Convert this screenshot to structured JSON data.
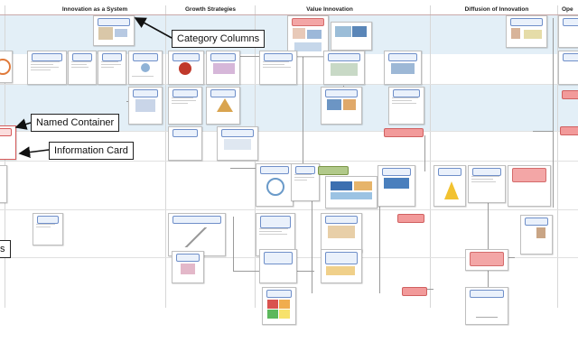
{
  "columns": [
    {
      "label": "Innovation as a System"
    },
    {
      "label": "Growth Strategies"
    },
    {
      "label": "Value Innovation"
    },
    {
      "label": "Diffusion of Innovation"
    },
    {
      "label": "Ope"
    }
  ],
  "callouts": {
    "category_columns": "Category Columns",
    "named_container": "Named Container",
    "information_card": "Information Card",
    "left_cut": "s"
  },
  "colors": {
    "band": "#e3eff7",
    "card_title_blue": "#eaf1fb",
    "card_title_pink": "#f3a6a6",
    "card_title_green": "#b8cf8f",
    "highlight_red": "#d65b5b",
    "connector": "#9a9a9a"
  }
}
